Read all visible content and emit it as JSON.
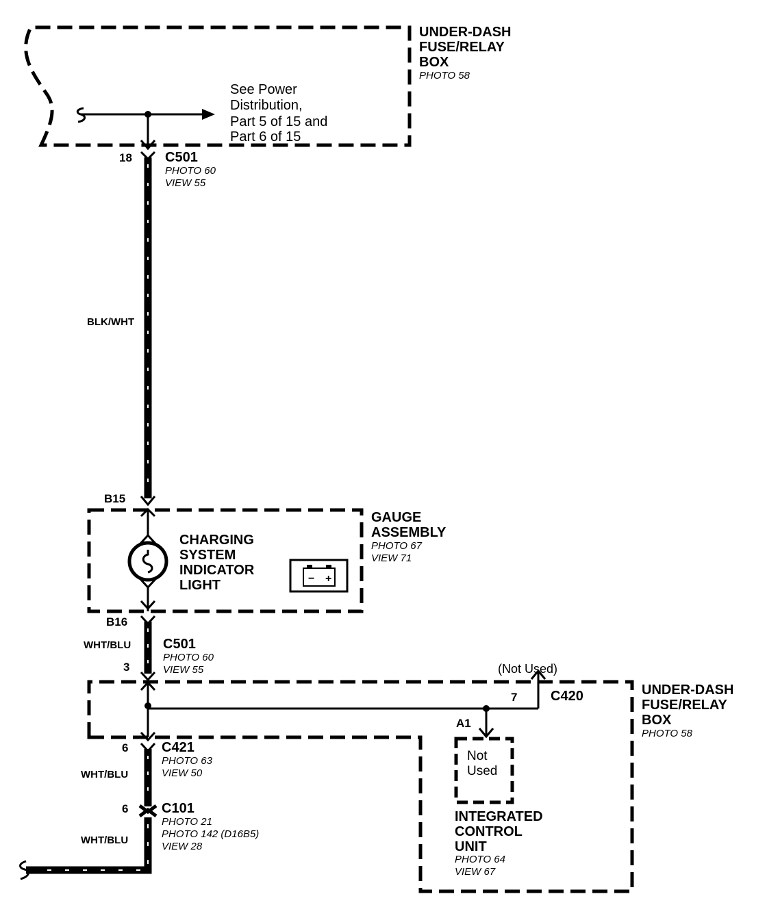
{
  "fuse_box_top": {
    "title_line1": "UNDER-DASH",
    "title_line2": "FUSE/RELAY",
    "title_line3": "BOX",
    "photo": "PHOTO 58",
    "note_line1": "See Power",
    "note_line2": "Distribution,",
    "note_line3": "Part 5 of 15 and",
    "note_line4": "Part 6 of 15"
  },
  "connector_c501_top": {
    "pin": "18",
    "name": "C501",
    "photo": "PHOTO 60",
    "view": "VIEW 55"
  },
  "wire_top": {
    "color": "BLK/WHT"
  },
  "gauge_assembly": {
    "pin_in": "B15",
    "pin_out": "B16",
    "title_line1": "GAUGE",
    "title_line2": "ASSEMBLY",
    "photo": "PHOTO 67",
    "view": "VIEW 71",
    "light_line1": "CHARGING",
    "light_line2": "SYSTEM",
    "light_line3": "INDICATOR",
    "light_line4": "LIGHT",
    "battery_minus": "−",
    "battery_plus": "+"
  },
  "connector_c501_bottom": {
    "wire_color": "WHT/BLU",
    "name": "C501",
    "photo": "PHOTO 60",
    "view": "VIEW 55",
    "pin": "3"
  },
  "fuse_box_bottom": {
    "title_line1": "UNDER-DASH",
    "title_line2": "FUSE/RELAY",
    "title_line3": "BOX",
    "photo": "PHOTO 58",
    "not_used_label": "(Not Used)",
    "c420_pin": "7",
    "c420_name": "C420",
    "a1_pin": "A1"
  },
  "integrated_control_unit": {
    "not_used_line1": "Not",
    "not_used_line2": "Used",
    "title_line1": "INTEGRATED",
    "title_line2": "CONTROL",
    "title_line3": "UNIT",
    "photo": "PHOTO 64",
    "view": "VIEW 67"
  },
  "connector_c421": {
    "pin": "6",
    "name": "C421",
    "photo": "PHOTO 63",
    "view": "VIEW 50",
    "wire_color": "WHT/BLU"
  },
  "connector_c101": {
    "pin": "6",
    "name": "C101",
    "photo1": "PHOTO 21",
    "photo2": "PHOTO 142 (D16B5)",
    "view": "VIEW 28",
    "wire_color": "WHT/BLU"
  }
}
